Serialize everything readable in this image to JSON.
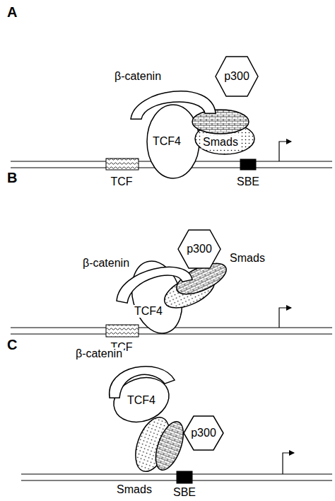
{
  "diagram": {
    "nodes": [
      {
        "text": [
          "β-catenin"
        ]
      },
      {
        "text": [
          "p300"
        ]
      },
      {
        "text": [
          "TCF4"
        ]
      },
      {
        "text": [
          "TCF"
        ]
      },
      {
        "text": [
          "Smads"
        ]
      },
      {
        "text": [
          "SBE"
        ]
      },
      {
        "text": [
          "β-catenin"
        ]
      },
      {
        "text": [
          "p300"
        ]
      },
      {
        "text": [
          "TCF4"
        ]
      },
      {
        "text": [
          "Smads"
        ]
      },
      {
        "text": [
          "TCF"
        ]
      },
      {
        "text": [
          "β-catenin"
        ]
      },
      {
        "text": [
          "TCF4"
        ]
      },
      {
        "text": [
          "p300"
        ]
      },
      {
        "text": [
          "Smads"
        ]
      },
      {
        "text": [
          "SBE"
        ]
      }
    ],
    "labels": [
      "A",
      "B",
      "C"
    ]
  }
}
